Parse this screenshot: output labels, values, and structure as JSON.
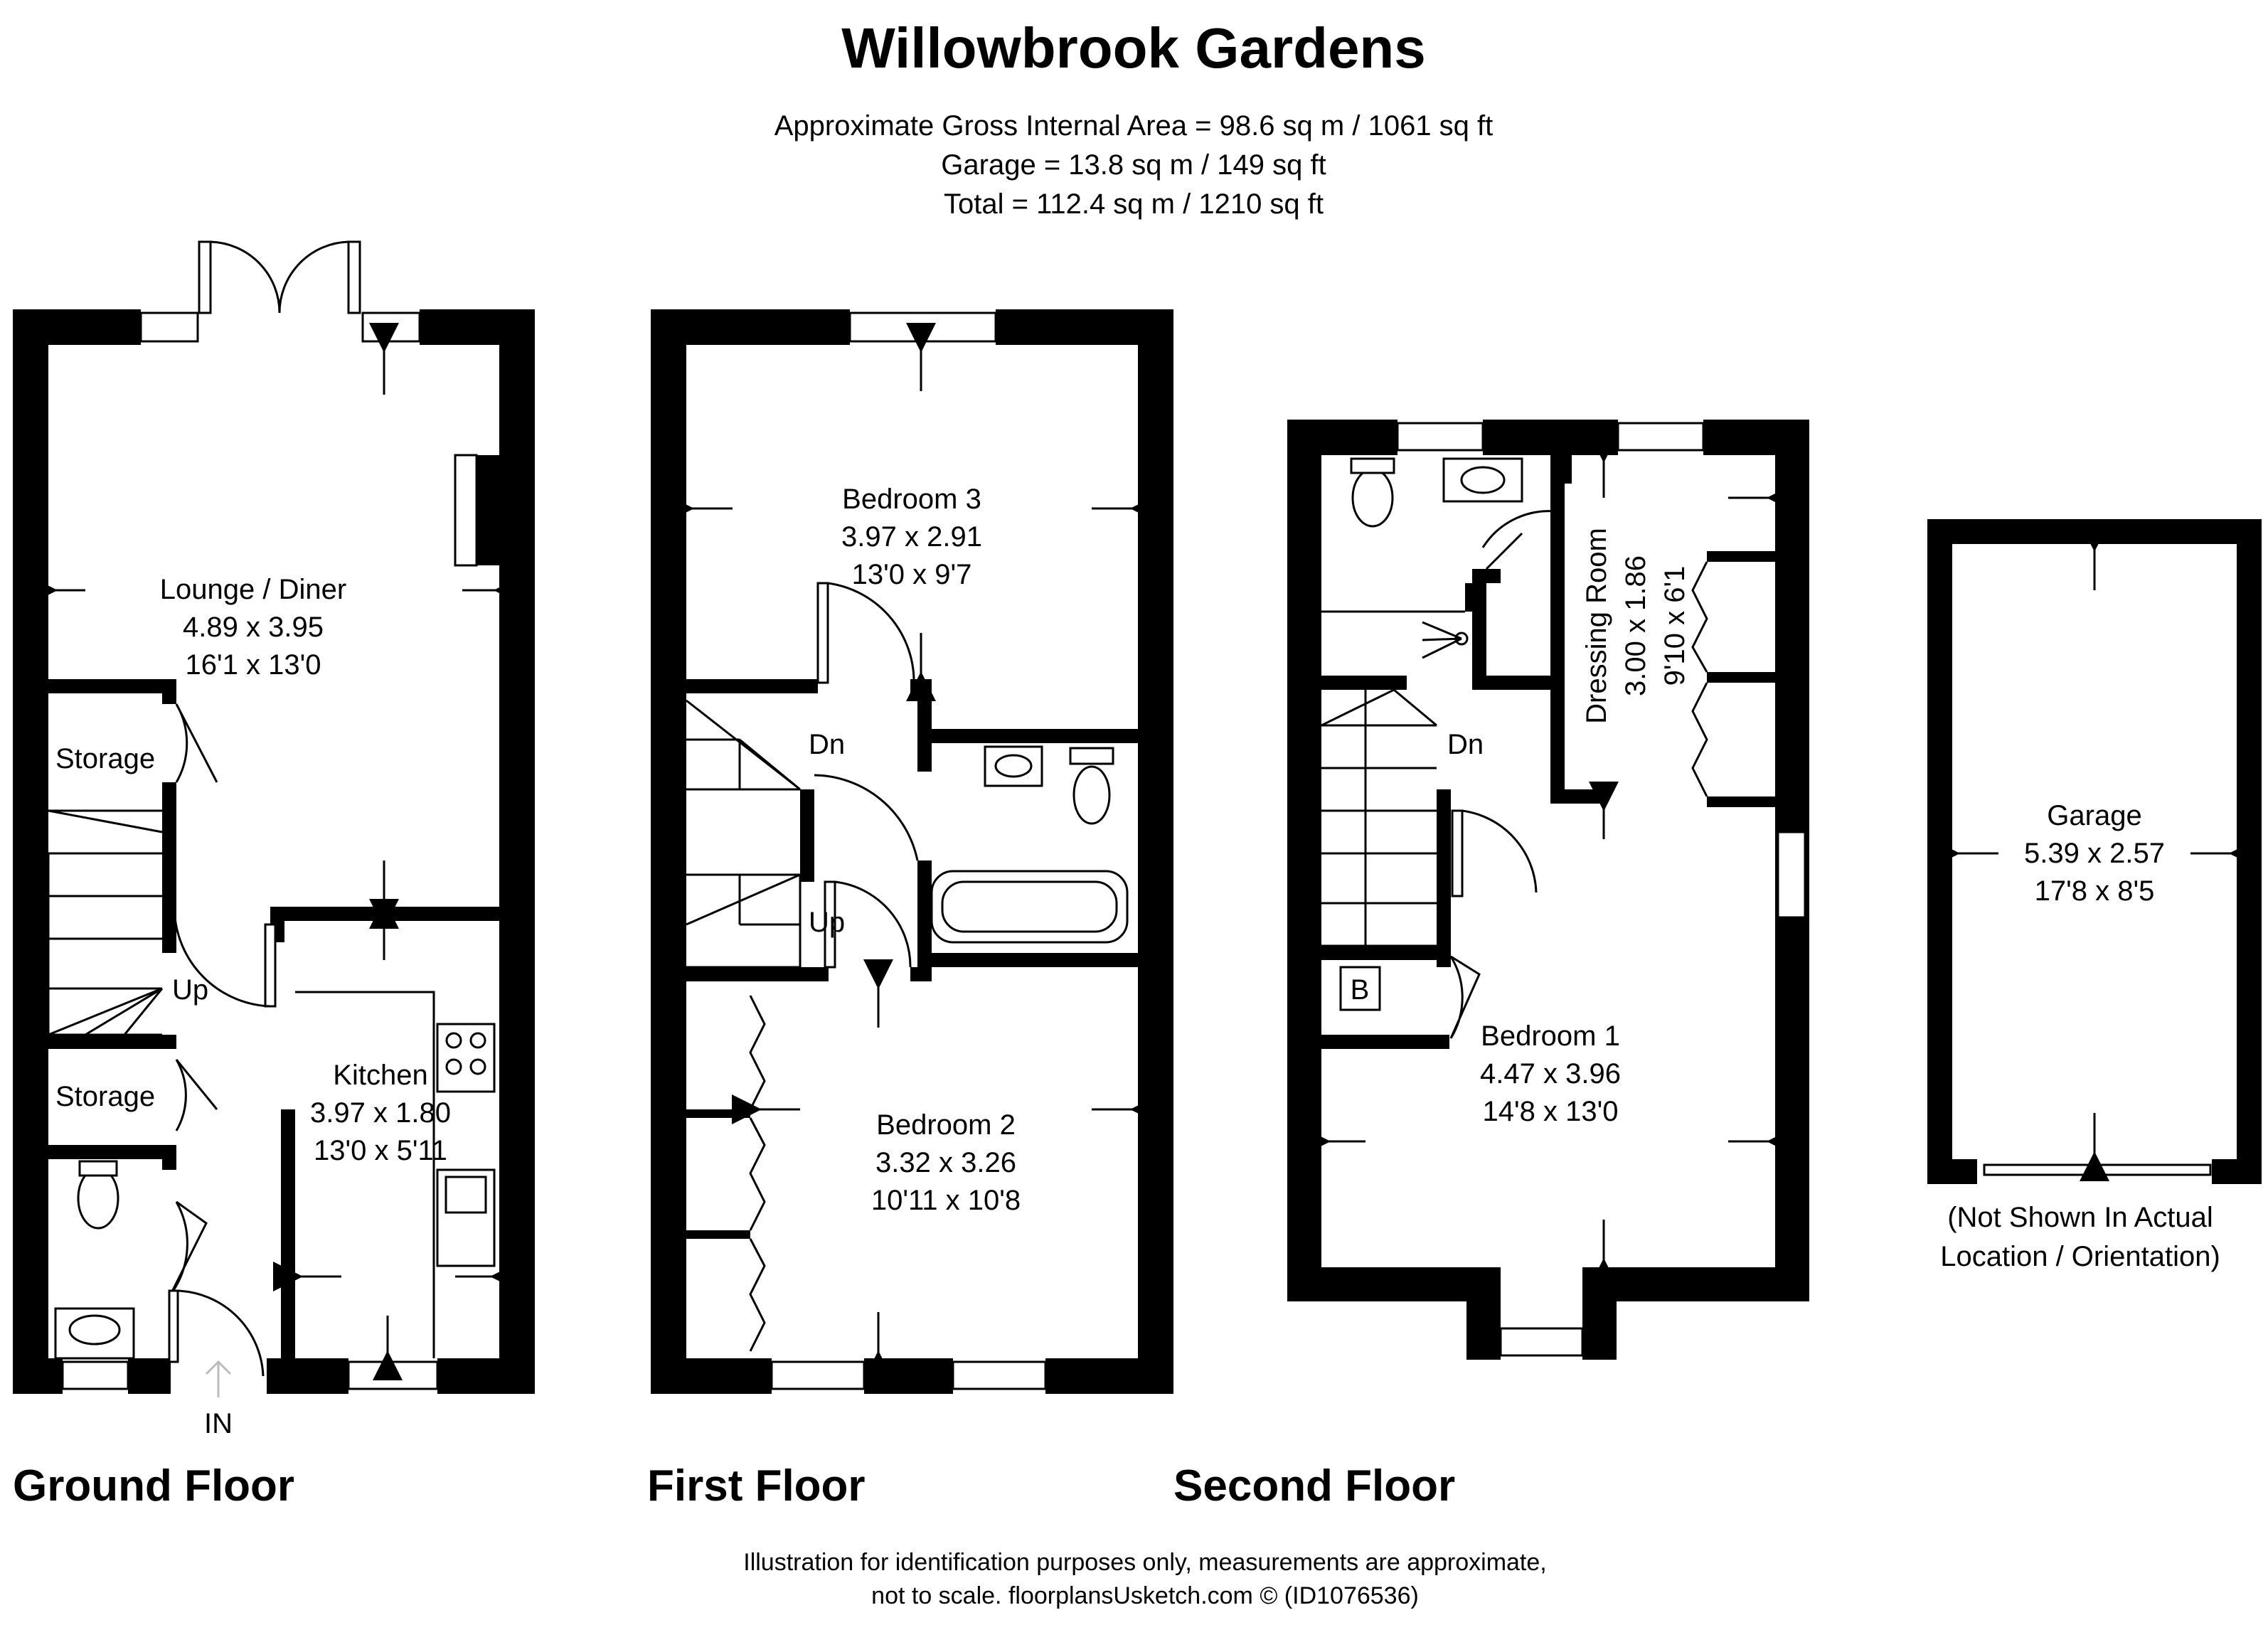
{
  "title": "Willowbrook Gardens",
  "areas": {
    "internal": "Approximate Gross Internal Area = 98.6 sq m / 1061 sq ft",
    "garage": "Garage = 13.8 sq m / 149 sq ft",
    "total": "Total = 112.4 sq m / 1210 sq ft"
  },
  "floors": {
    "ground": {
      "label": "Ground Floor",
      "entrance": "IN",
      "rooms": {
        "lounge": {
          "name": "Lounge / Diner",
          "metric": "4.89 x 3.95",
          "imperial": "16'1 x 13'0"
        },
        "kitchen": {
          "name": "Kitchen",
          "metric": "3.97 x 1.80",
          "imperial": "13'0 x 5'11"
        },
        "storage1": {
          "name": "Storage"
        },
        "storage2": {
          "name": "Storage"
        }
      },
      "stairs": "Up"
    },
    "first": {
      "label": "First Floor",
      "rooms": {
        "bedroom3": {
          "name": "Bedroom 3",
          "metric": "3.97 x 2.91",
          "imperial": "13'0 x 9'7"
        },
        "bedroom2": {
          "name": "Bedroom 2",
          "metric": "3.32 x 3.26",
          "imperial": "10'11 x 10'8"
        }
      },
      "stairs_down": "Dn",
      "stairs_up": "Up"
    },
    "second": {
      "label": "Second Floor",
      "rooms": {
        "bedroom1": {
          "name": "Bedroom 1",
          "metric": "4.47 x 3.96",
          "imperial": "14'8 x 13'0"
        },
        "dressing": {
          "name": "Dressing Room",
          "metric": "3.00 x 1.86",
          "imperial": "9'10 x 6'1"
        }
      },
      "stairs_down": "Dn",
      "boiler": "B"
    },
    "garage": {
      "name": "Garage",
      "metric": "5.39 x 2.57",
      "imperial": "17'8 x 8'5",
      "note1": "(Not Shown In Actual",
      "note2": "Location / Orientation)"
    }
  },
  "footer": {
    "line1": "Illustration for identification purposes only, measurements are approximate,",
    "line2": "not to scale. floorplansUsketch.com © (ID1076536)"
  },
  "colors": {
    "wall": "#000000",
    "background": "#ffffff"
  }
}
